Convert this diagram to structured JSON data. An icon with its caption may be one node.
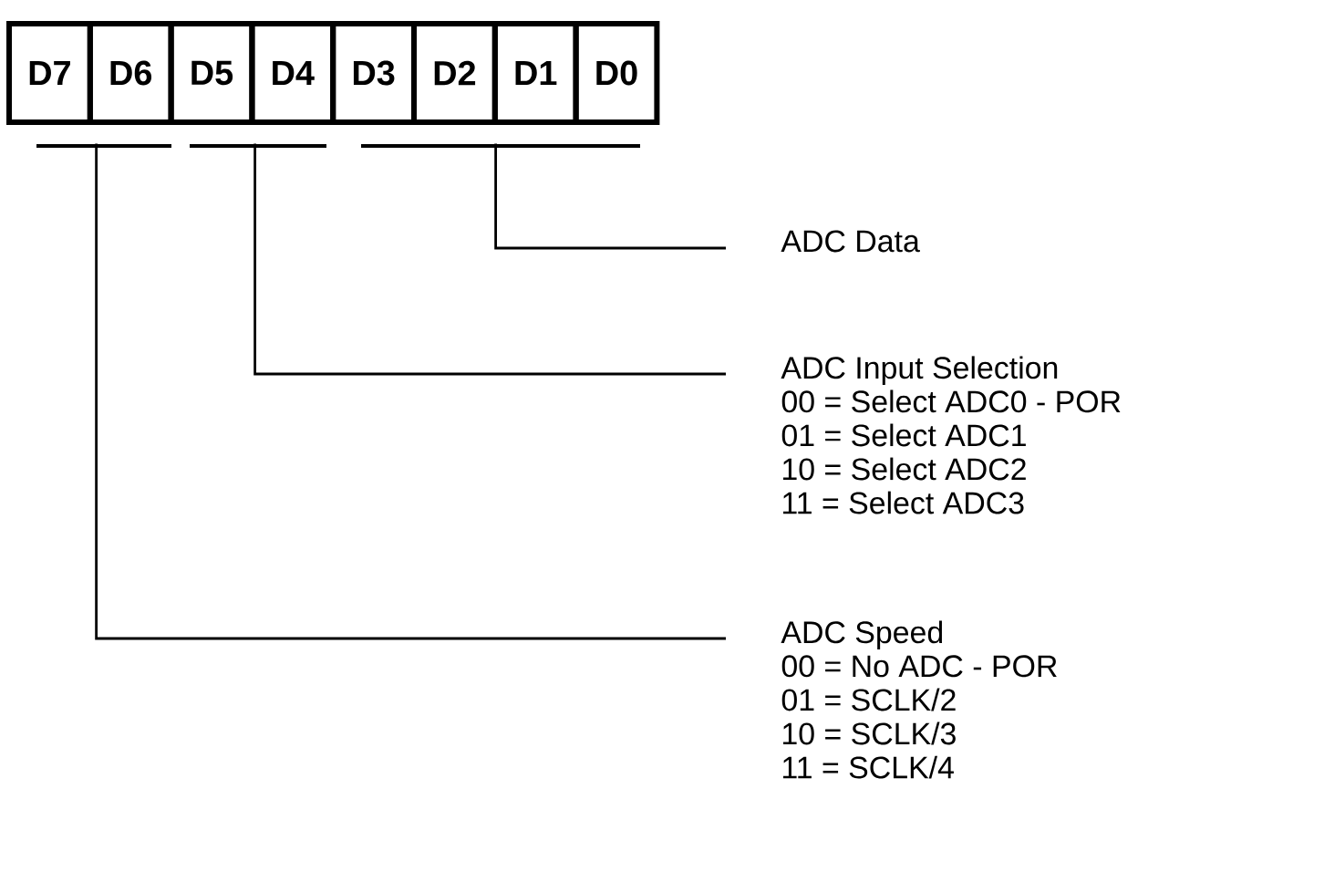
{
  "diagram": {
    "nodes": [
      {
        "text": [
          "D7"
        ]
      },
      {
        "text": [
          "D6"
        ]
      },
      {
        "text": [
          "D5"
        ]
      },
      {
        "text": [
          "D4"
        ]
      },
      {
        "text": [
          "D3"
        ]
      },
      {
        "text": [
          "D2"
        ]
      },
      {
        "text": [
          "D1"
        ]
      },
      {
        "text": [
          "D0"
        ]
      },
      {
        "text": [],
        "shape": "bar"
      },
      {
        "text": [],
        "shape": "bar"
      },
      {
        "text": [],
        "shape": "bar"
      },
      {
        "text": [
          "ADC Data"
        ]
      },
      {
        "text": [
          "ADC Input Selection",
          "00 = Select ADC0 - POR",
          "01 =  Select ADC1",
          "10 = Select ADC2",
          "11 = Select ADC3"
        ]
      },
      {
        "text": [
          "ADC Speed",
          "00 = No ADC - POR",
          "01 = SCLK/2",
          "10 = SCLK/3",
          "11 = SCLK/4"
        ]
      }
    ],
    "edges": [
      {
        "from": 10,
        "to": 11,
        "arrow": "none"
      },
      {
        "from": 9,
        "to": 12,
        "arrow": "none"
      },
      {
        "from": 8,
        "to": 13,
        "arrow": "none"
      }
    ]
  }
}
